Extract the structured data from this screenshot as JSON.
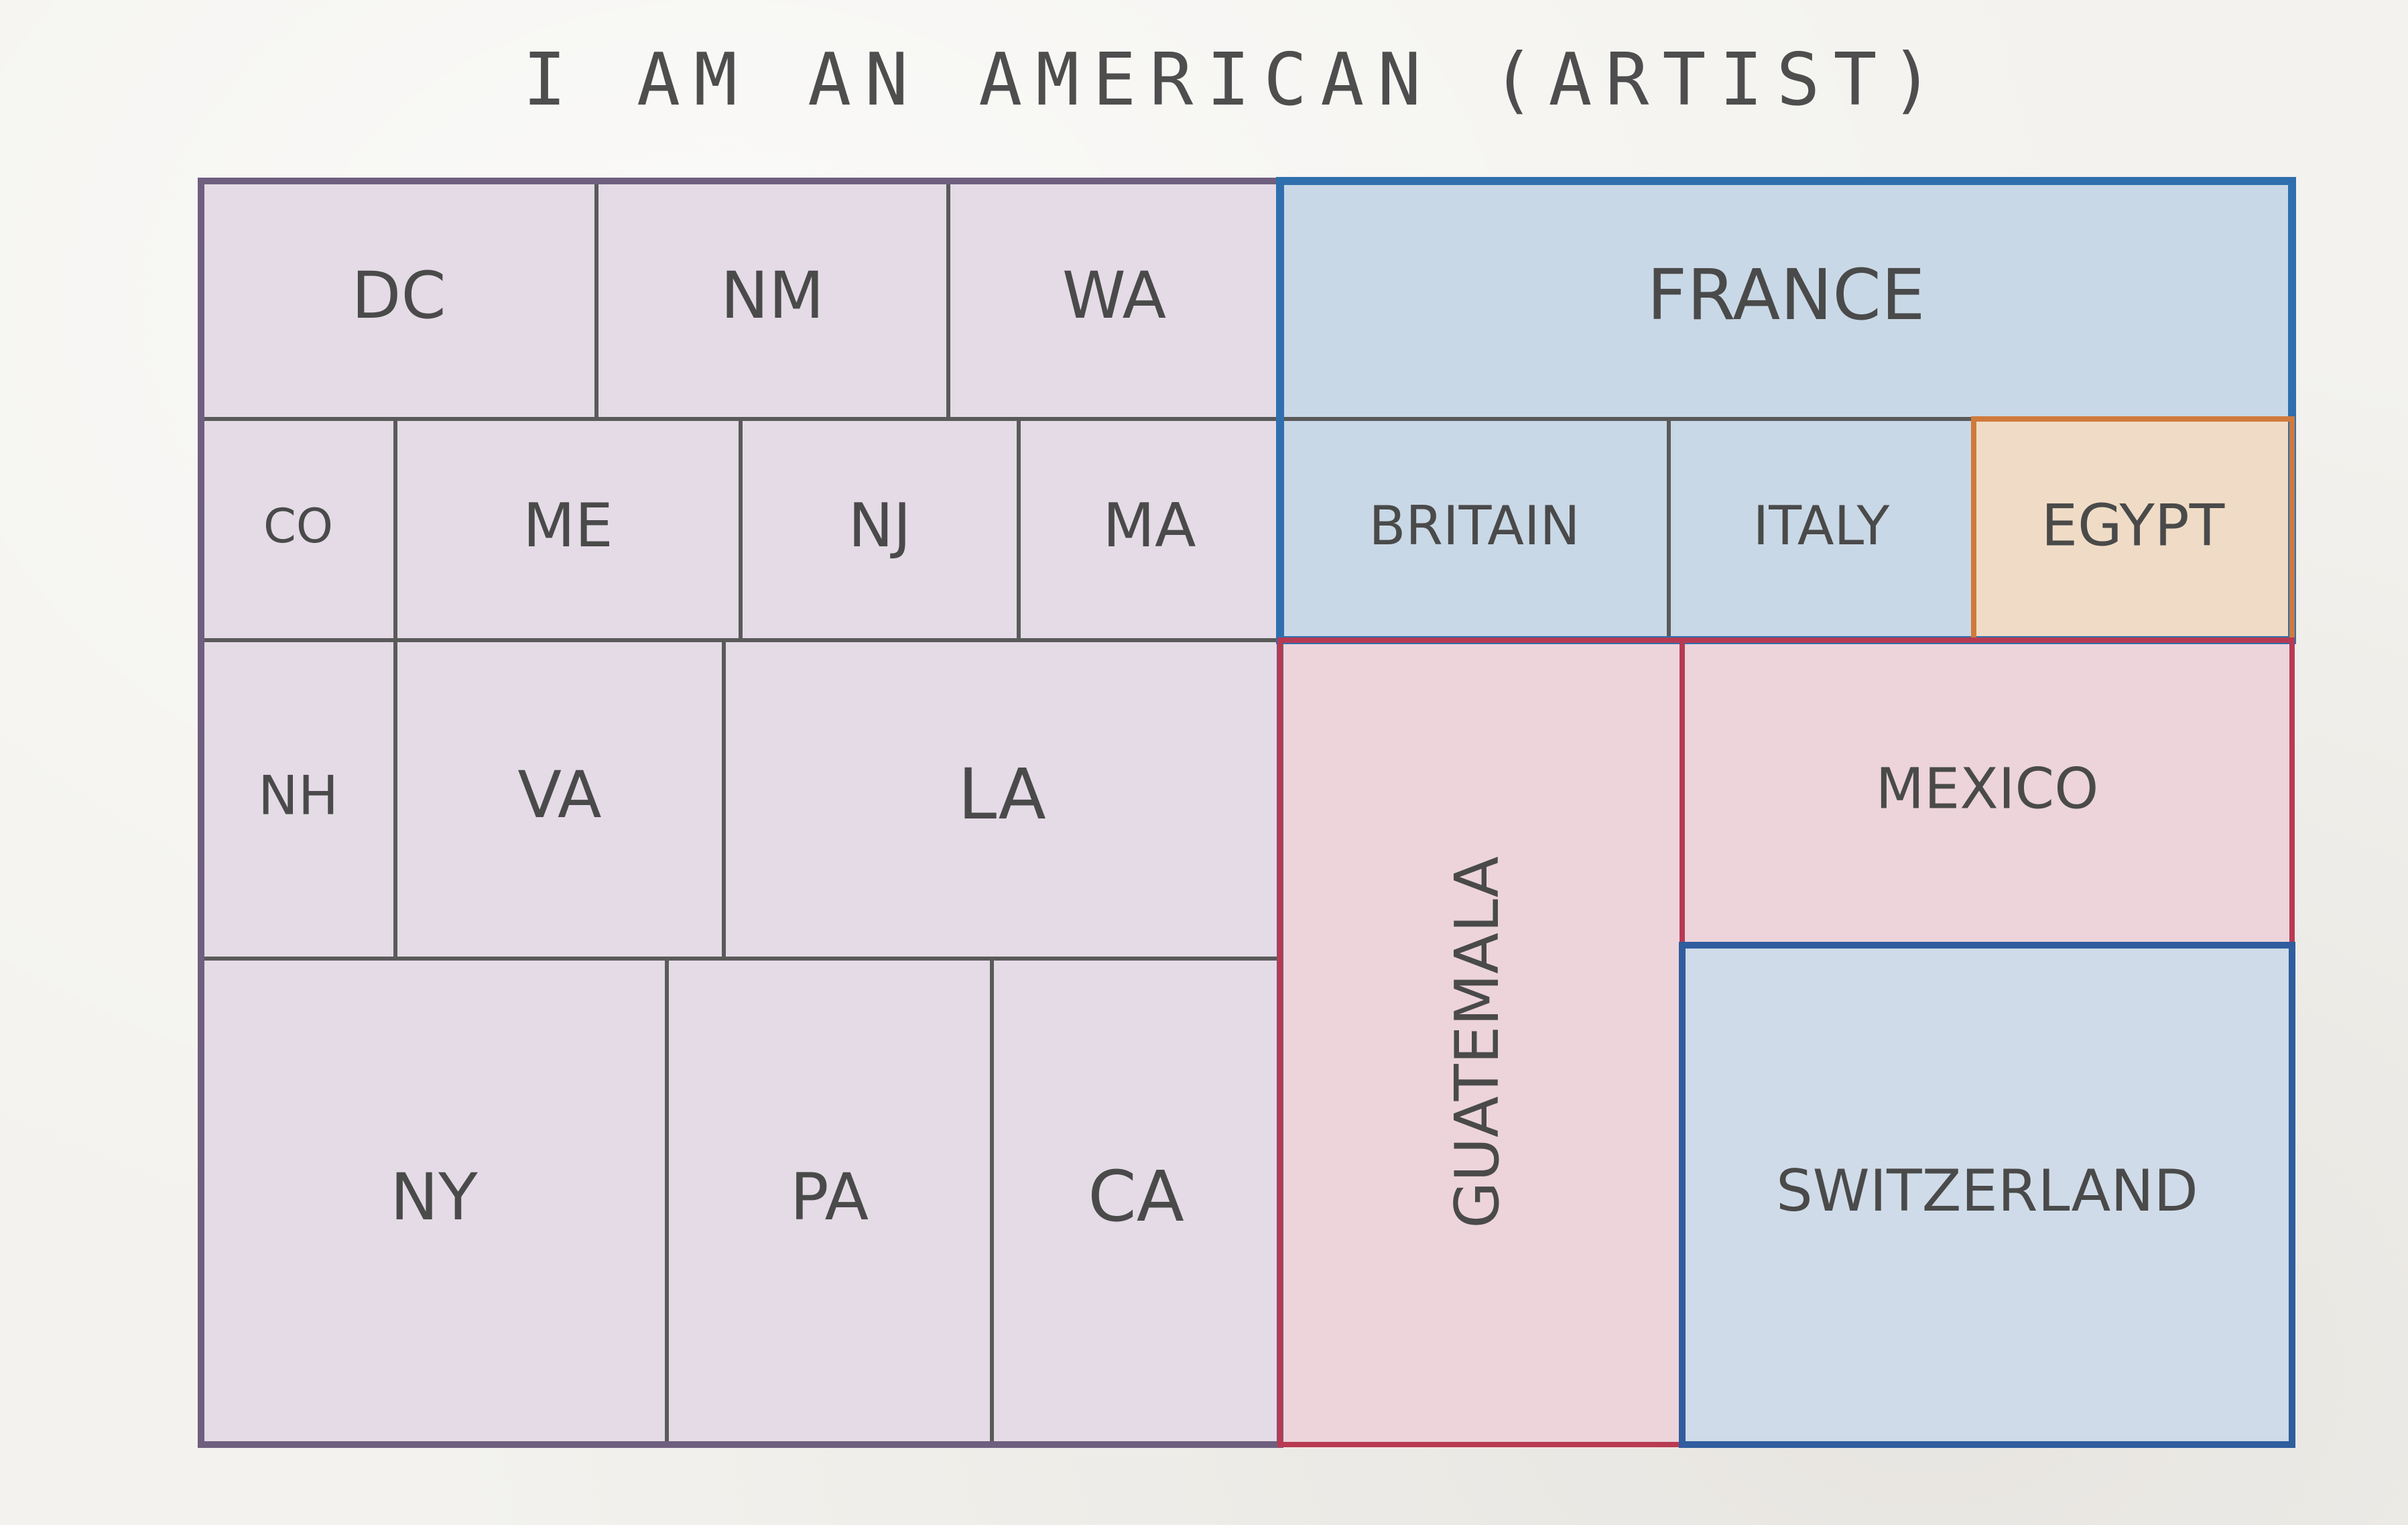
{
  "title": "I AM AN AMERICAN (ARTIST)",
  "colors": {
    "usa_fill": "#e4dbe6",
    "france_group_fill": "#c9d8e6",
    "france_group_border": "#2f6fae",
    "egypt_fill": "#f0dcc6",
    "egypt_border": "#d07a3c",
    "latam_fill": "#ecd4da",
    "latam_border": "#b83a52",
    "switzerland_fill": "#cfdbe8",
    "switzerland_border": "#2f5d9e",
    "grid_line": "#5a5a5a"
  },
  "chart_data": {
    "type": "treemap",
    "title": "I AM AN AMERICAN (ARTIST)",
    "tiles": [
      {
        "label": "DC",
        "group": "usa"
      },
      {
        "label": "NM",
        "group": "usa"
      },
      {
        "label": "WA",
        "group": "usa"
      },
      {
        "label": "CO",
        "group": "usa"
      },
      {
        "label": "ME",
        "group": "usa"
      },
      {
        "label": "NJ",
        "group": "usa"
      },
      {
        "label": "MA",
        "group": "usa"
      },
      {
        "label": "NH",
        "group": "usa"
      },
      {
        "label": "VA",
        "group": "usa"
      },
      {
        "label": "LA",
        "group": "usa"
      },
      {
        "label": "NY",
        "group": "usa"
      },
      {
        "label": "PA",
        "group": "usa"
      },
      {
        "label": "CA",
        "group": "usa"
      },
      {
        "label": "FRANCE",
        "group": "europe"
      },
      {
        "label": "BRITAIN",
        "group": "europe"
      },
      {
        "label": "ITALY",
        "group": "europe"
      },
      {
        "label": "EGYPT",
        "group": "africa"
      },
      {
        "label": "GUATEMALA",
        "group": "latam"
      },
      {
        "label": "MEXICO",
        "group": "latam"
      },
      {
        "label": "SWITZERLAND",
        "group": "switzerland"
      }
    ]
  }
}
